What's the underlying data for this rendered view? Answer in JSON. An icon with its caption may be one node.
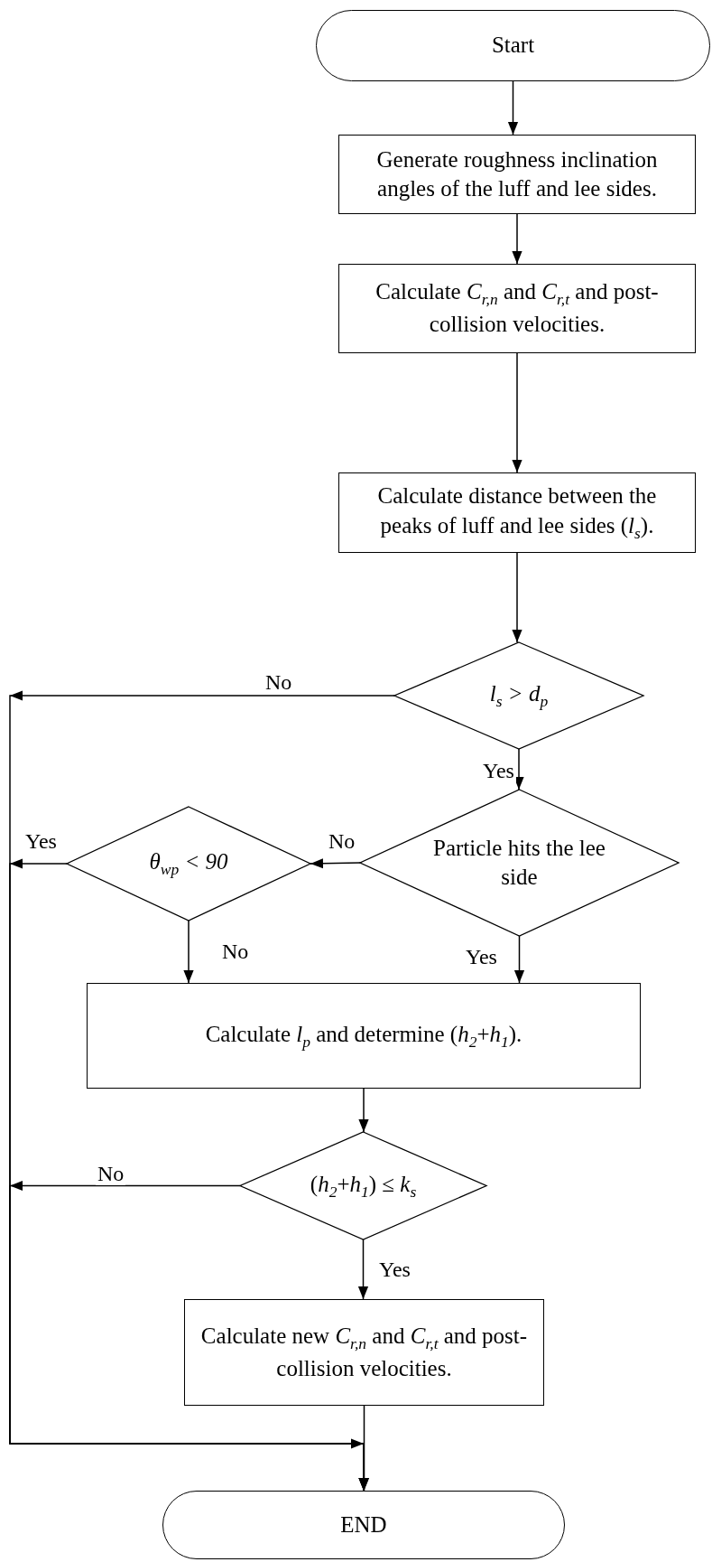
{
  "diagram": {
    "nodes": [
      {
        "text": [
          "Start"
        ]
      },
      {
        "text": [
          "Generate roughness inclination angles of the luff and lee sides."
        ]
      },
      {
        "text": [
          "Calculate *C*$_{r,n}$ and *C*$_{r,t}$ and post-collision velocities."
        ]
      },
      {
        "text": [
          "Calculate distance between the peaks of luff and lee sides (*l*$_{s}$)."
        ]
      },
      {
        "text": [
          "*l*$_{s}$ *> d*$_{p}$"
        ]
      },
      {
        "text": [
          "Particle hits the lee side"
        ]
      },
      {
        "text": [
          "*θ*$_{wp}$ *< 90*"
        ]
      },
      {
        "text": [
          "Calculate *l*$_{p}$ and determine (*h*$_{2}$+*h*$_{1}$)."
        ]
      },
      {
        "text": [
          "(*h*$_{2}$+*h*$_{1}$) ≤ *k*$_{s}$"
        ]
      },
      {
        "text": [
          "Calculate new *C*$_{r,n}$ and *C*$_{r,t}$ and post-collision velocities."
        ]
      },
      {
        "text": [
          "END"
        ]
      }
    ],
    "edges": [
      {
        "from": 0,
        "to": 1,
        "arrow": "to"
      },
      {
        "from": 1,
        "to": 2,
        "arrow": "to"
      },
      {
        "from": 2,
        "to": 3,
        "arrow": "to"
      },
      {
        "from": 3,
        "to": 4,
        "arrow": "to"
      },
      {
        "from": 4,
        "to": 5,
        "arrow": "to",
        "label": "Yes"
      },
      {
        "from": 4,
        "to": 10,
        "arrow": "to",
        "label": "No"
      },
      {
        "from": 5,
        "to": 6,
        "arrow": "to",
        "label": "No"
      },
      {
        "from": 5,
        "to": 7,
        "arrow": "to",
        "label": "Yes"
      },
      {
        "from": 6,
        "to": 10,
        "arrow": "to",
        "label": "Yes"
      },
      {
        "from": 6,
        "to": 7,
        "arrow": "to",
        "label": "No"
      },
      {
        "from": 7,
        "to": 8,
        "arrow": "to"
      },
      {
        "from": 8,
        "to": 10,
        "arrow": "to",
        "label": "No"
      },
      {
        "from": 8,
        "to": 9,
        "arrow": "to",
        "label": "Yes"
      },
      {
        "from": 9,
        "to": 10,
        "arrow": "to"
      }
    ]
  }
}
